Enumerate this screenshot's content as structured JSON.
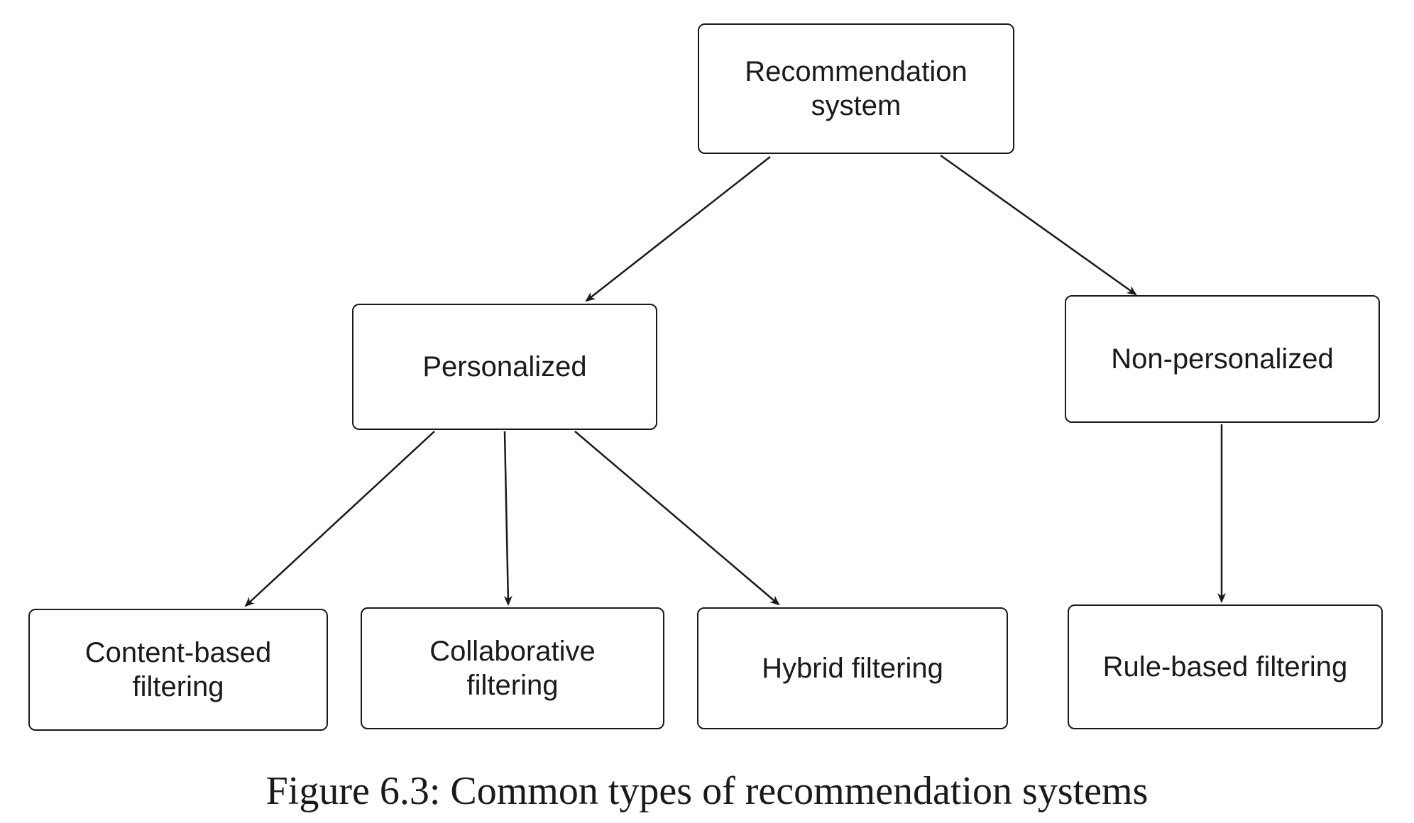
{
  "diagram": {
    "nodes": [
      {
        "id": "root",
        "label": "Recommendation\nsystem"
      },
      {
        "id": "personalized",
        "label": "Personalized"
      },
      {
        "id": "nonpersonalized",
        "label": "Non-personalized"
      },
      {
        "id": "content",
        "label": "Content-based\nfiltering"
      },
      {
        "id": "collaborative",
        "label": "Collaborative\nfiltering"
      },
      {
        "id": "hybrid",
        "label": "Hybrid filtering"
      },
      {
        "id": "rule",
        "label": "Rule-based filtering"
      }
    ],
    "edges": [
      {
        "from": "root",
        "to": "personalized"
      },
      {
        "from": "root",
        "to": "nonpersonalized"
      },
      {
        "from": "personalized",
        "to": "content"
      },
      {
        "from": "personalized",
        "to": "collaborative"
      },
      {
        "from": "personalized",
        "to": "hybrid"
      },
      {
        "from": "nonpersonalized",
        "to": "rule"
      }
    ]
  },
  "caption": "Figure 6.3: Common types of recommendation systems"
}
